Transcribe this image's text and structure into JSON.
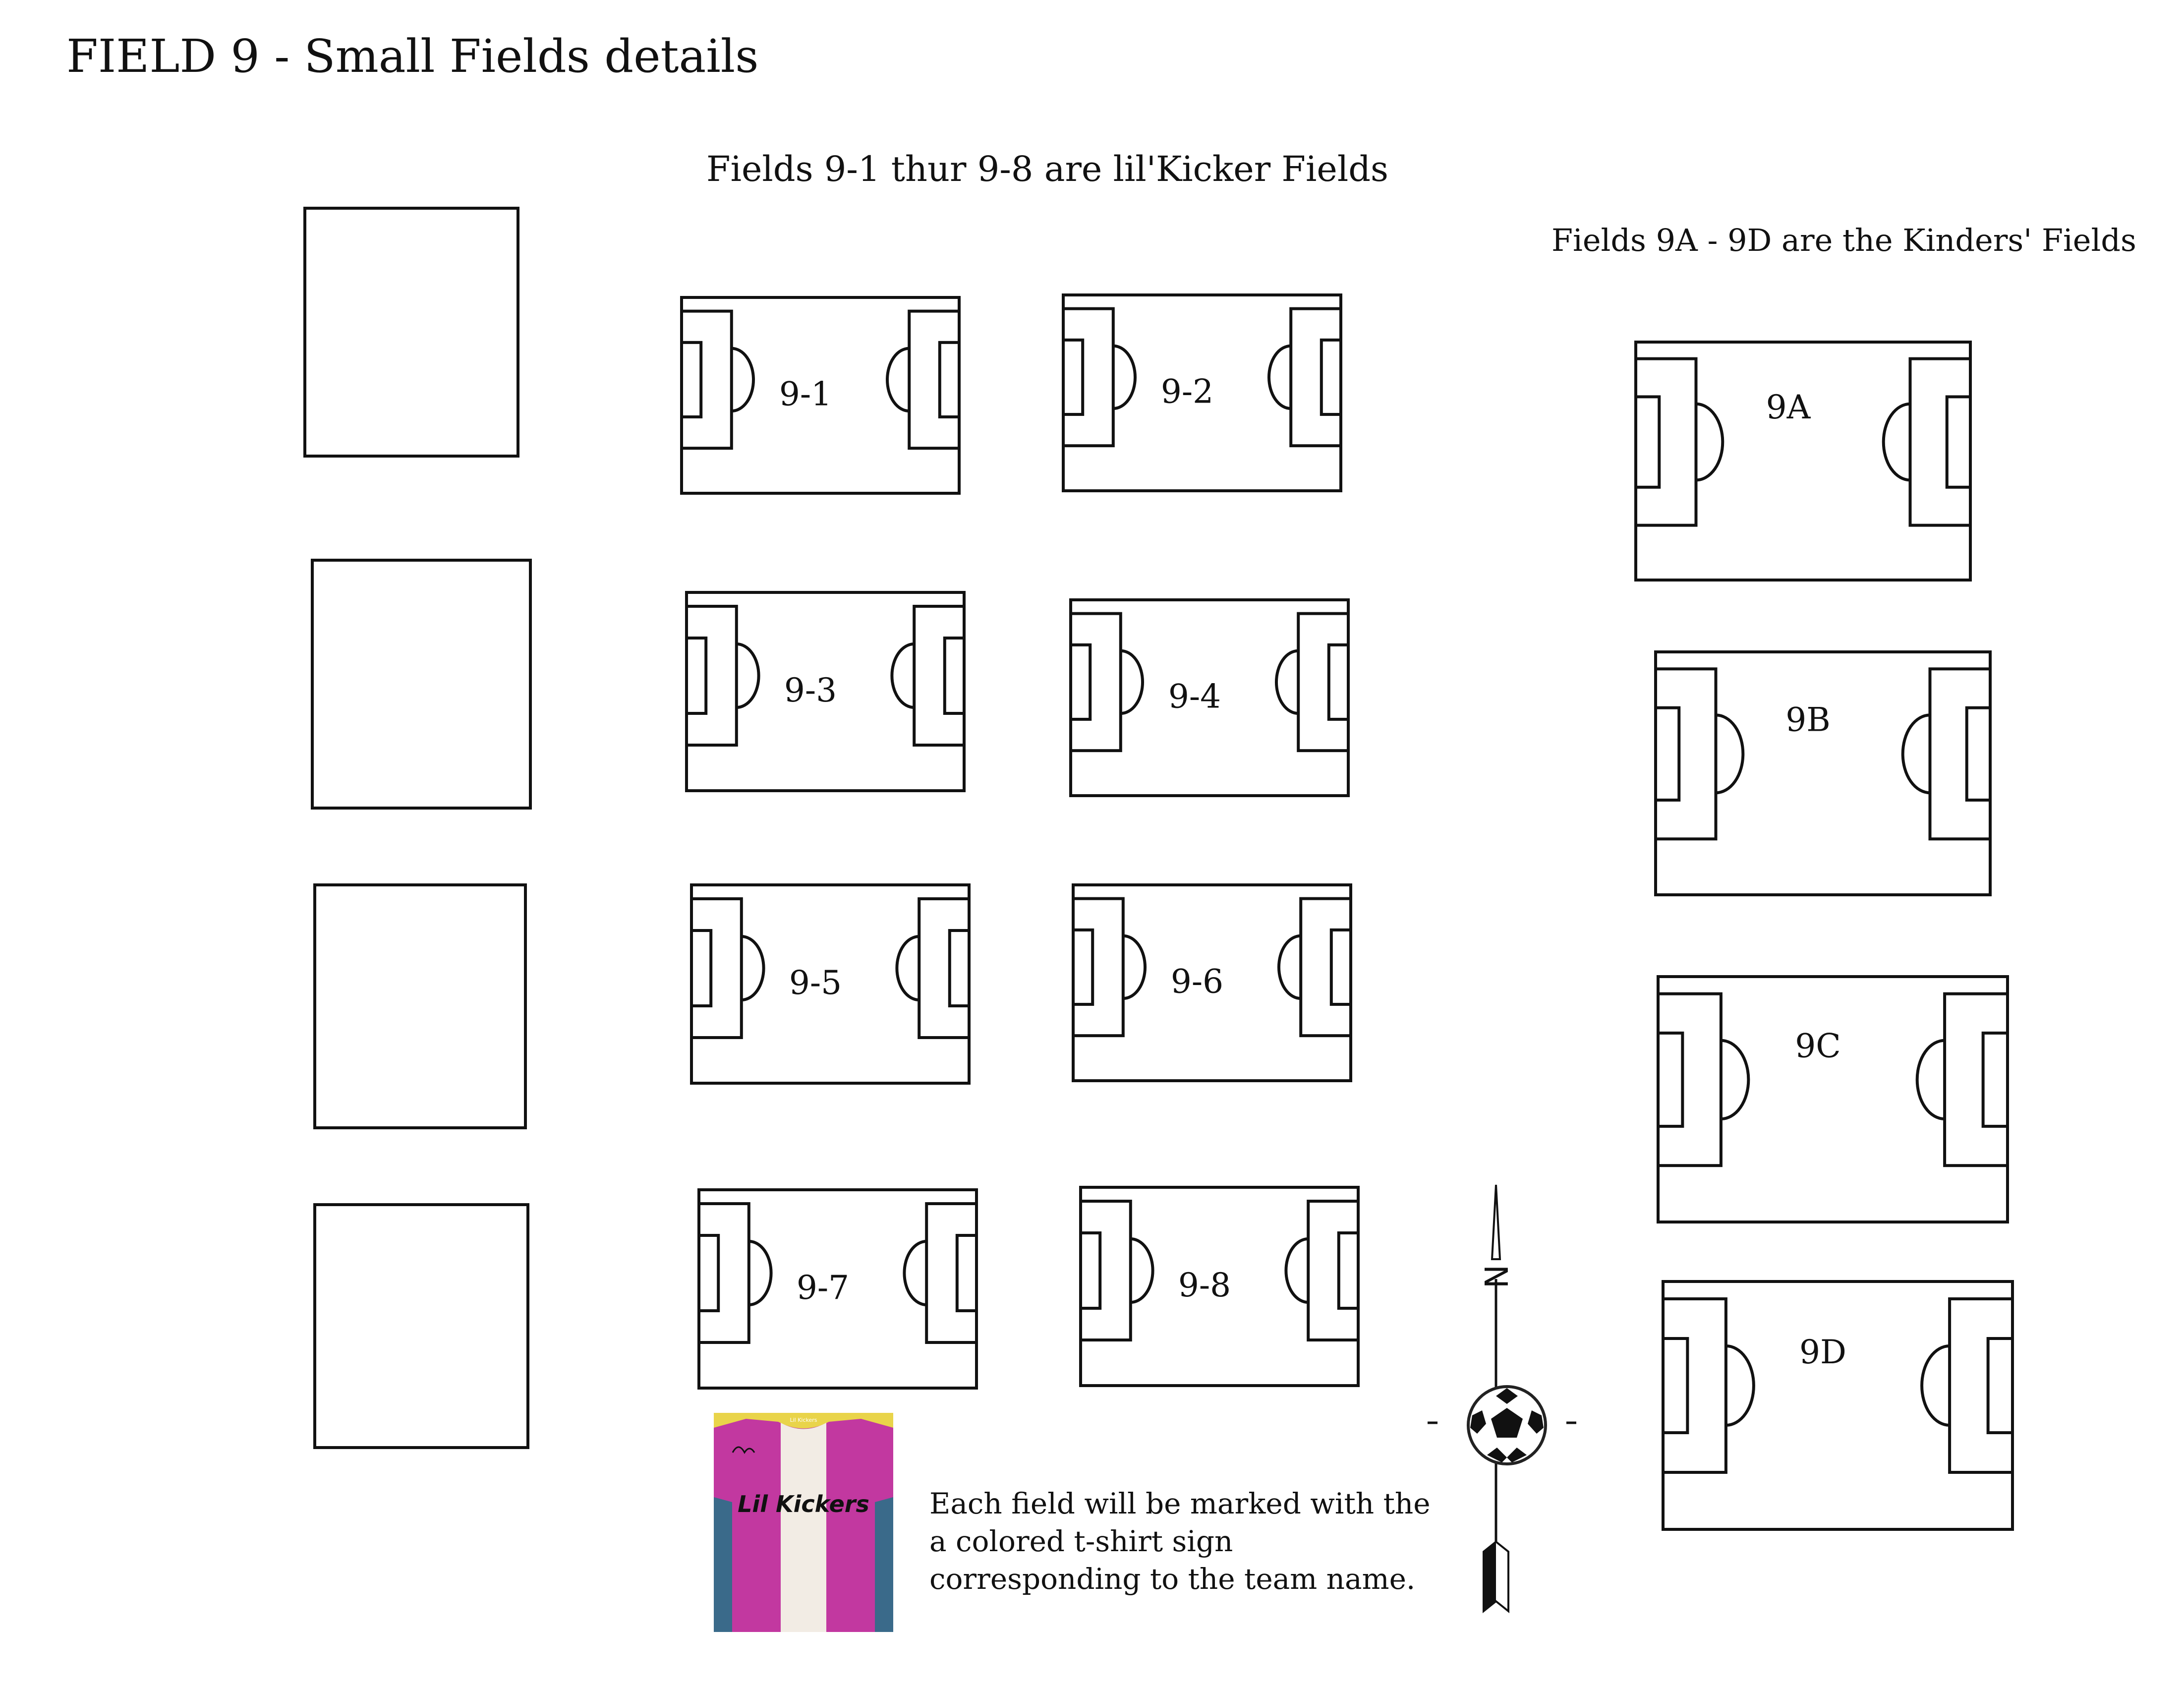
{
  "page": {
    "title": "FIELD 9 - Small Fields details",
    "lil_kicker_caption": "Fields 9-1 thur 9-8  are lil'Kicker Fields",
    "kinder_caption": "Fields 9A - 9D are the Kinders' Fields"
  },
  "lil_kicker_fields": [
    {
      "label": "9-1"
    },
    {
      "label": "9-2"
    },
    {
      "label": "9-3"
    },
    {
      "label": "9-4"
    },
    {
      "label": "9-5"
    },
    {
      "label": "9-6"
    },
    {
      "label": "9-7"
    },
    {
      "label": "9-8"
    }
  ],
  "kinder_fields": [
    {
      "label": "9A"
    },
    {
      "label": "9B"
    },
    {
      "label": "9C"
    },
    {
      "label": "9D"
    }
  ],
  "empty_plots": [
    {},
    {},
    {},
    {}
  ],
  "compass": {
    "north_label": "N"
  },
  "sign": {
    "shirt_text": "Lil Kickers",
    "shirt_colors": {
      "main": "#c238a0",
      "stripe": "#f2ece4",
      "background": "#3a6a8a"
    },
    "note_lines": [
      "Each field will be marked with the",
      "a colored t-shirt sign",
      "corresponding to the team name."
    ]
  }
}
